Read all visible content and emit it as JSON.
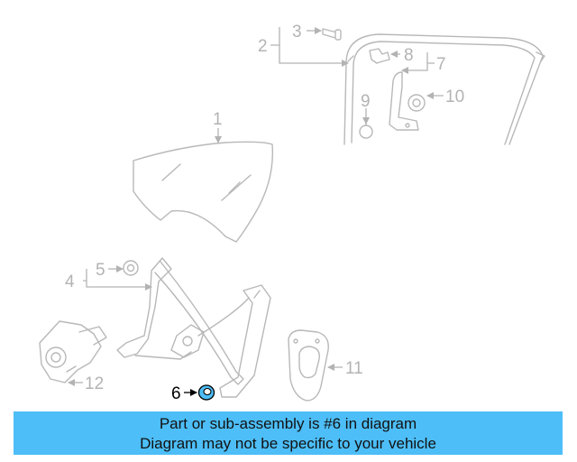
{
  "callouts": {
    "c1": "1",
    "c2": "2",
    "c3": "3",
    "c4": "4",
    "c5": "5",
    "c6": "6",
    "c7": "7",
    "c8": "8",
    "c9": "9",
    "c10": "10",
    "c11": "11",
    "c12": "12"
  },
  "highlight_color": "#4dbef7",
  "banner": {
    "line1": "Part or sub-assembly is #6 in diagram",
    "line2": "Diagram may not be specific to your vehicle"
  }
}
